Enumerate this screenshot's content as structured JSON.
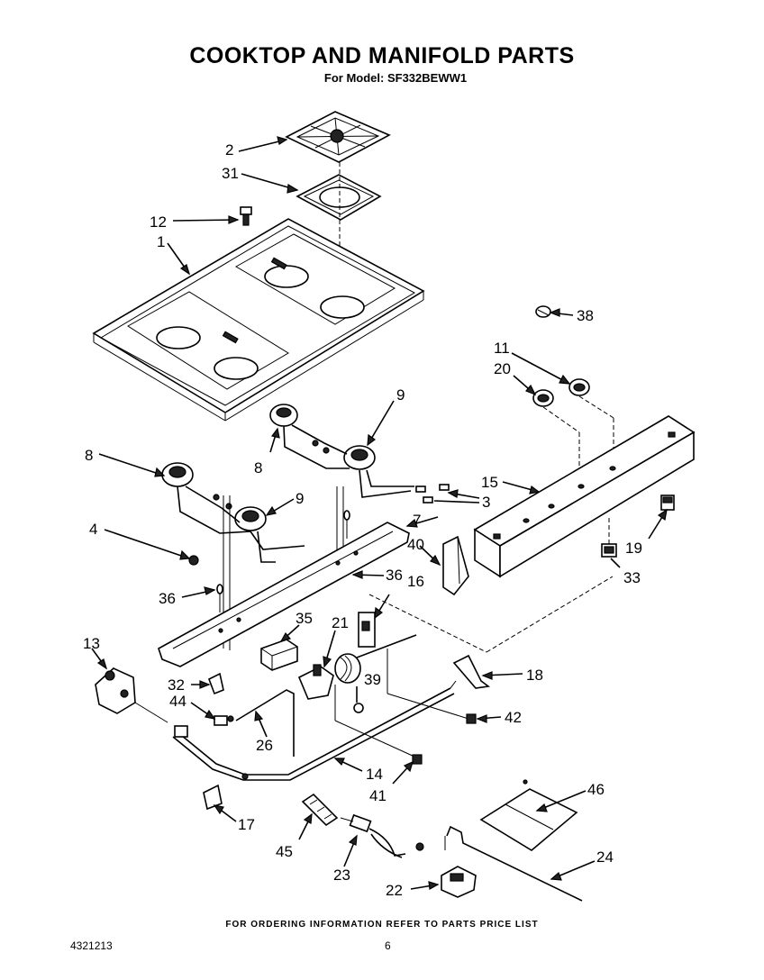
{
  "header": {
    "title": "COOKTOP AND MANIFOLD PARTS",
    "subtitle": "For Model: SF332BEWW1"
  },
  "footer": {
    "note": "FOR ORDERING INFORMATION REFER TO PARTS PRICE LIST",
    "doc_number": "4321213",
    "page_number": "6"
  },
  "callouts": {
    "c1": "1",
    "c2": "2",
    "c3": "3",
    "c4": "4",
    "c7": "7",
    "c8a": "8",
    "c8b": "8",
    "c9a": "9",
    "c9b": "9",
    "c11": "11",
    "c12": "12",
    "c13": "13",
    "c14": "14",
    "c15": "15",
    "c16": "16",
    "c17": "17",
    "c18": "18",
    "c19": "19",
    "c20": "20",
    "c21": "21",
    "c22": "22",
    "c23": "23",
    "c24": "24",
    "c26": "26",
    "c31": "31",
    "c32": "32",
    "c33": "33",
    "c35": "35",
    "c36a": "36",
    "c36b": "36",
    "c38": "38",
    "c39": "39",
    "c40": "40",
    "c41": "41",
    "c42": "42",
    "c44": "44",
    "c45": "45",
    "c46": "46"
  }
}
